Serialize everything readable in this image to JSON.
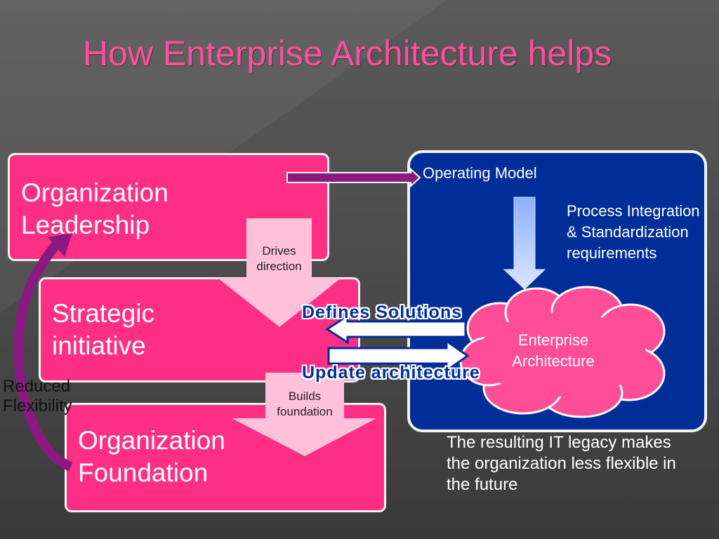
{
  "title": "How Enterprise Architecture helps",
  "boxes": {
    "leadership": "Organization Leadership",
    "strategic": "Strategic initiative",
    "foundation": "Organization Foundation"
  },
  "labels": {
    "drives_direction": "Drives direction",
    "builds_foundation": "Builds foundation",
    "reduced_flexibility": "Reduced Flexibility",
    "defines_solutions": "Defines Solutions",
    "update_architecture": "Update architecture"
  },
  "panel": {
    "operating_model": "Operating Model",
    "process_requirements": "Process Integration & Standardization requirements",
    "enterprise_architecture": "Enterprise Architecture"
  },
  "note": "The resulting IT legacy makes the organization less flexible in the future",
  "colors": {
    "box_pink": "#ff2f85",
    "title_pink": "#ff4f9e",
    "panel_blue": "#002e98",
    "cloud_pink": "#ff4d98",
    "light_pink": "#ffc1d9",
    "curve_purple": "#8a1a82"
  }
}
